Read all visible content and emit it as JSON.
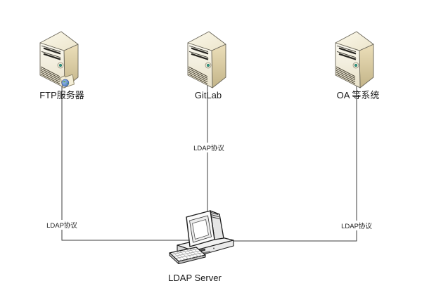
{
  "diagram": {
    "title": "",
    "nodes": [
      {
        "id": "ftp",
        "label": "FTP服务器",
        "icon": "server-tower-with-shared-folder"
      },
      {
        "id": "gitlab",
        "label": "GitLab",
        "icon": "server-tower"
      },
      {
        "id": "oa",
        "label": "OA 等系统",
        "icon": "server-tower"
      },
      {
        "id": "ldap",
        "label": "LDAP Server",
        "icon": "desktop-computer"
      }
    ],
    "edges": [
      {
        "from": "FTP服务器",
        "to": "LDAP Server",
        "label": "LDAP协议"
      },
      {
        "from": "GitLab",
        "to": "LDAP Server",
        "label": "LDAP协议"
      },
      {
        "from": "OA 等系统",
        "to": "LDAP Server",
        "label": "LDAP协议"
      }
    ],
    "colors": {
      "background": "#ffffff",
      "connector_line": "#3c3c3c",
      "text": "#191919",
      "server_front": "#f2edda",
      "server_side": "#c9ba8e",
      "server_top": "#f7f3e2",
      "server_outline": "#6b675a",
      "power_button": "#2f9a88",
      "globe_blue": "#4f7ec6",
      "globe_green": "#59a659",
      "computer_outline": "#1c1c1c"
    }
  }
}
